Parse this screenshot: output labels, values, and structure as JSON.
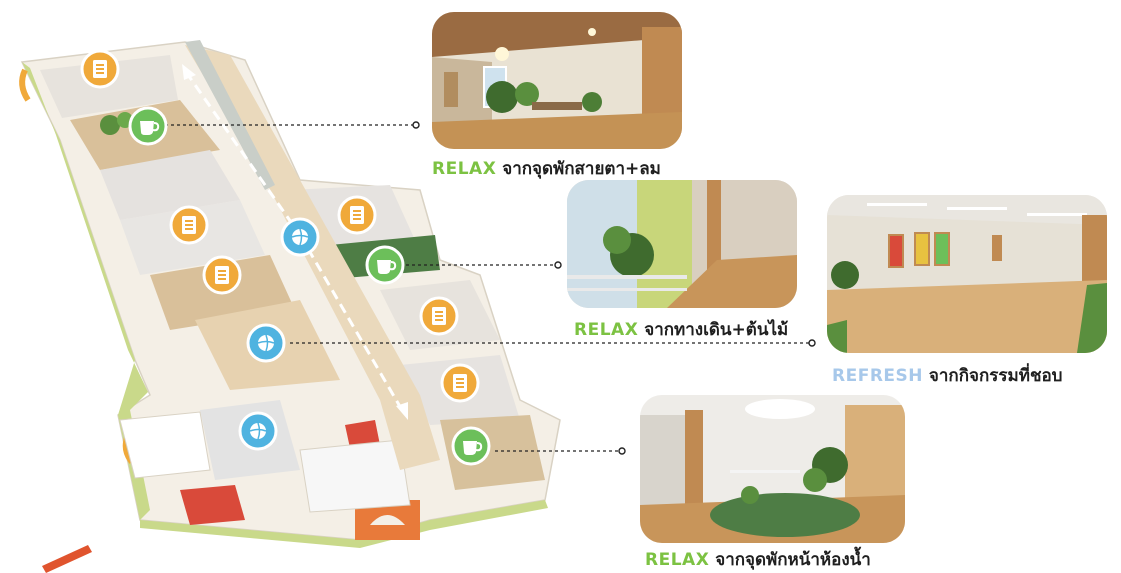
{
  "colors": {
    "relax": "#7cc242",
    "refresh": "#a7c8ea",
    "caption_text": "#1f1f1f",
    "icon_orange": "#f0a93a",
    "icon_green": "#6cbf5a",
    "icon_blue": "#4fb3e0",
    "leader_line": "#222222"
  },
  "icons": {
    "work": "document-icon",
    "relax": "coffee-cup-icon",
    "refresh": "ball-icon"
  },
  "callouts": [
    {
      "tag": "RELAX",
      "text": " จากจุดพักสายตา+ลม"
    },
    {
      "tag": "RELAX",
      "text": " จากทางเดิน+ต้นไม้"
    },
    {
      "tag": "REFRESH",
      "text": " จากกิจกรรมที่ชอบ"
    },
    {
      "tag": "RELAX",
      "text": " จากจุดพักหน้าห้องน้ำ"
    }
  ]
}
